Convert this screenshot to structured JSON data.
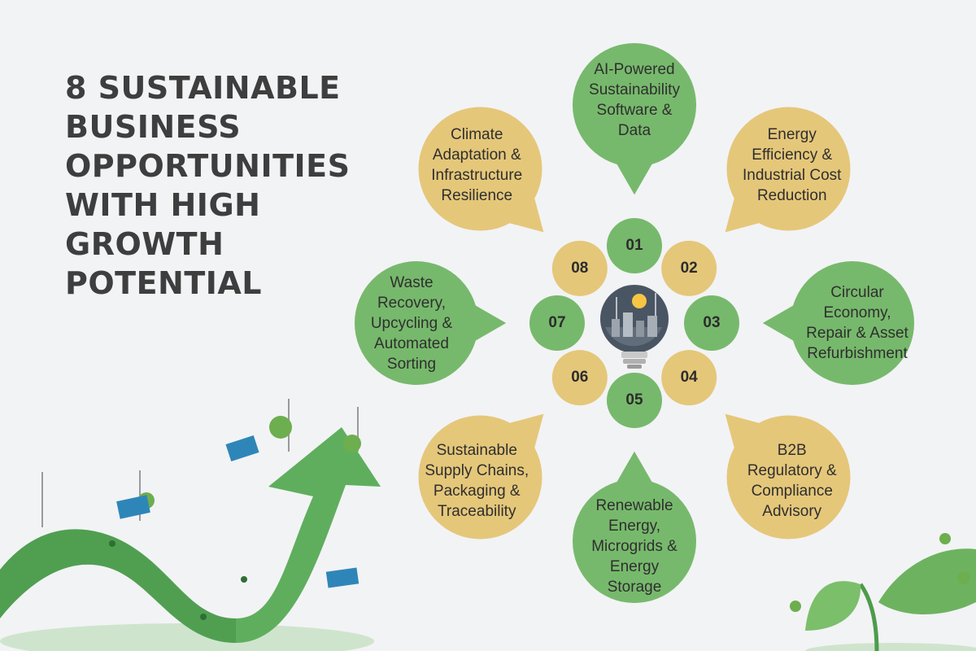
{
  "title_lines": [
    "8 SUSTAINABLE",
    "BUSINESS",
    "OPPORTUNITIES",
    "WITH HIGH",
    "GROWTH",
    "POTENTIAL"
  ],
  "colors": {
    "green": "#77b96c",
    "yellow": "#e5c77a",
    "background": "#f2f3f5",
    "title_text": "#3e3e3e"
  },
  "center_icon": "lightbulb-city-icon",
  "petals": [
    {
      "number": "01",
      "lines": [
        "AI-Powered",
        "Sustainability",
        "Software &",
        "Data"
      ]
    },
    {
      "number": "02",
      "lines": [
        "Energy",
        "Efficiency &",
        "Industrial Cost",
        "Reduction"
      ]
    },
    {
      "number": "03",
      "lines": [
        "Circular",
        "Economy,",
        "Repair & Asset",
        "Refurbishment"
      ]
    },
    {
      "number": "04",
      "lines": [
        "B2B",
        "Regulatory &",
        "Compliance",
        "Advisory"
      ]
    },
    {
      "number": "05",
      "lines": [
        "Renewable",
        "Energy,",
        "Microgrids &",
        "Energy",
        "Storage"
      ]
    },
    {
      "number": "06",
      "lines": [
        "Sustainable",
        "Supply Chains,",
        "Packaging &",
        "Traceability"
      ]
    },
    {
      "number": "07",
      "lines": [
        "Waste",
        "Recovery,",
        "Upcycling &",
        "Automated",
        "Sorting"
      ]
    },
    {
      "number": "08",
      "lines": [
        "Climate",
        "Adaptation &",
        "Infrastructure",
        "Resilience"
      ]
    }
  ]
}
